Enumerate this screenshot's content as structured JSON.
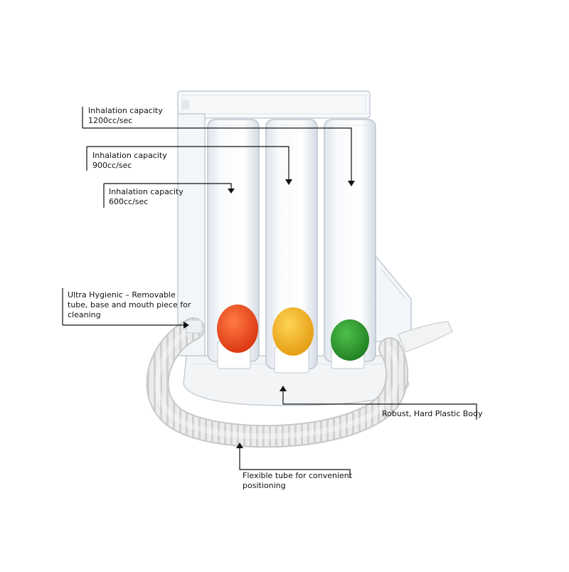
{
  "labels": {
    "capacity_1200": [
      "Inhalation capacity",
      "1200cc/sec"
    ],
    "capacity_900": [
      "Inhalation capacity",
      "900cc/sec"
    ],
    "capacity_600": [
      "Inhalation capacity",
      "600cc/sec"
    ],
    "hygienic": [
      "Ultra Hygienic – Removable",
      "tube, base and mouth piece for",
      "cleaning"
    ],
    "body": [
      "Robust, Hard Plastic Body"
    ],
    "tube": [
      "Flexible tube for convenient",
      "positioning"
    ]
  },
  "balls": [
    {
      "color_name": "orange",
      "color": "#e8451c"
    },
    {
      "color_name": "yellow",
      "color": "#f2b21a"
    },
    {
      "color_name": "green",
      "color": "#2e9a2c"
    }
  ],
  "colors": {
    "background": "#ffffff",
    "annotation_line": "#111111",
    "plastic_edge": "#b9c2cc",
    "hose": "#e9eaea"
  }
}
